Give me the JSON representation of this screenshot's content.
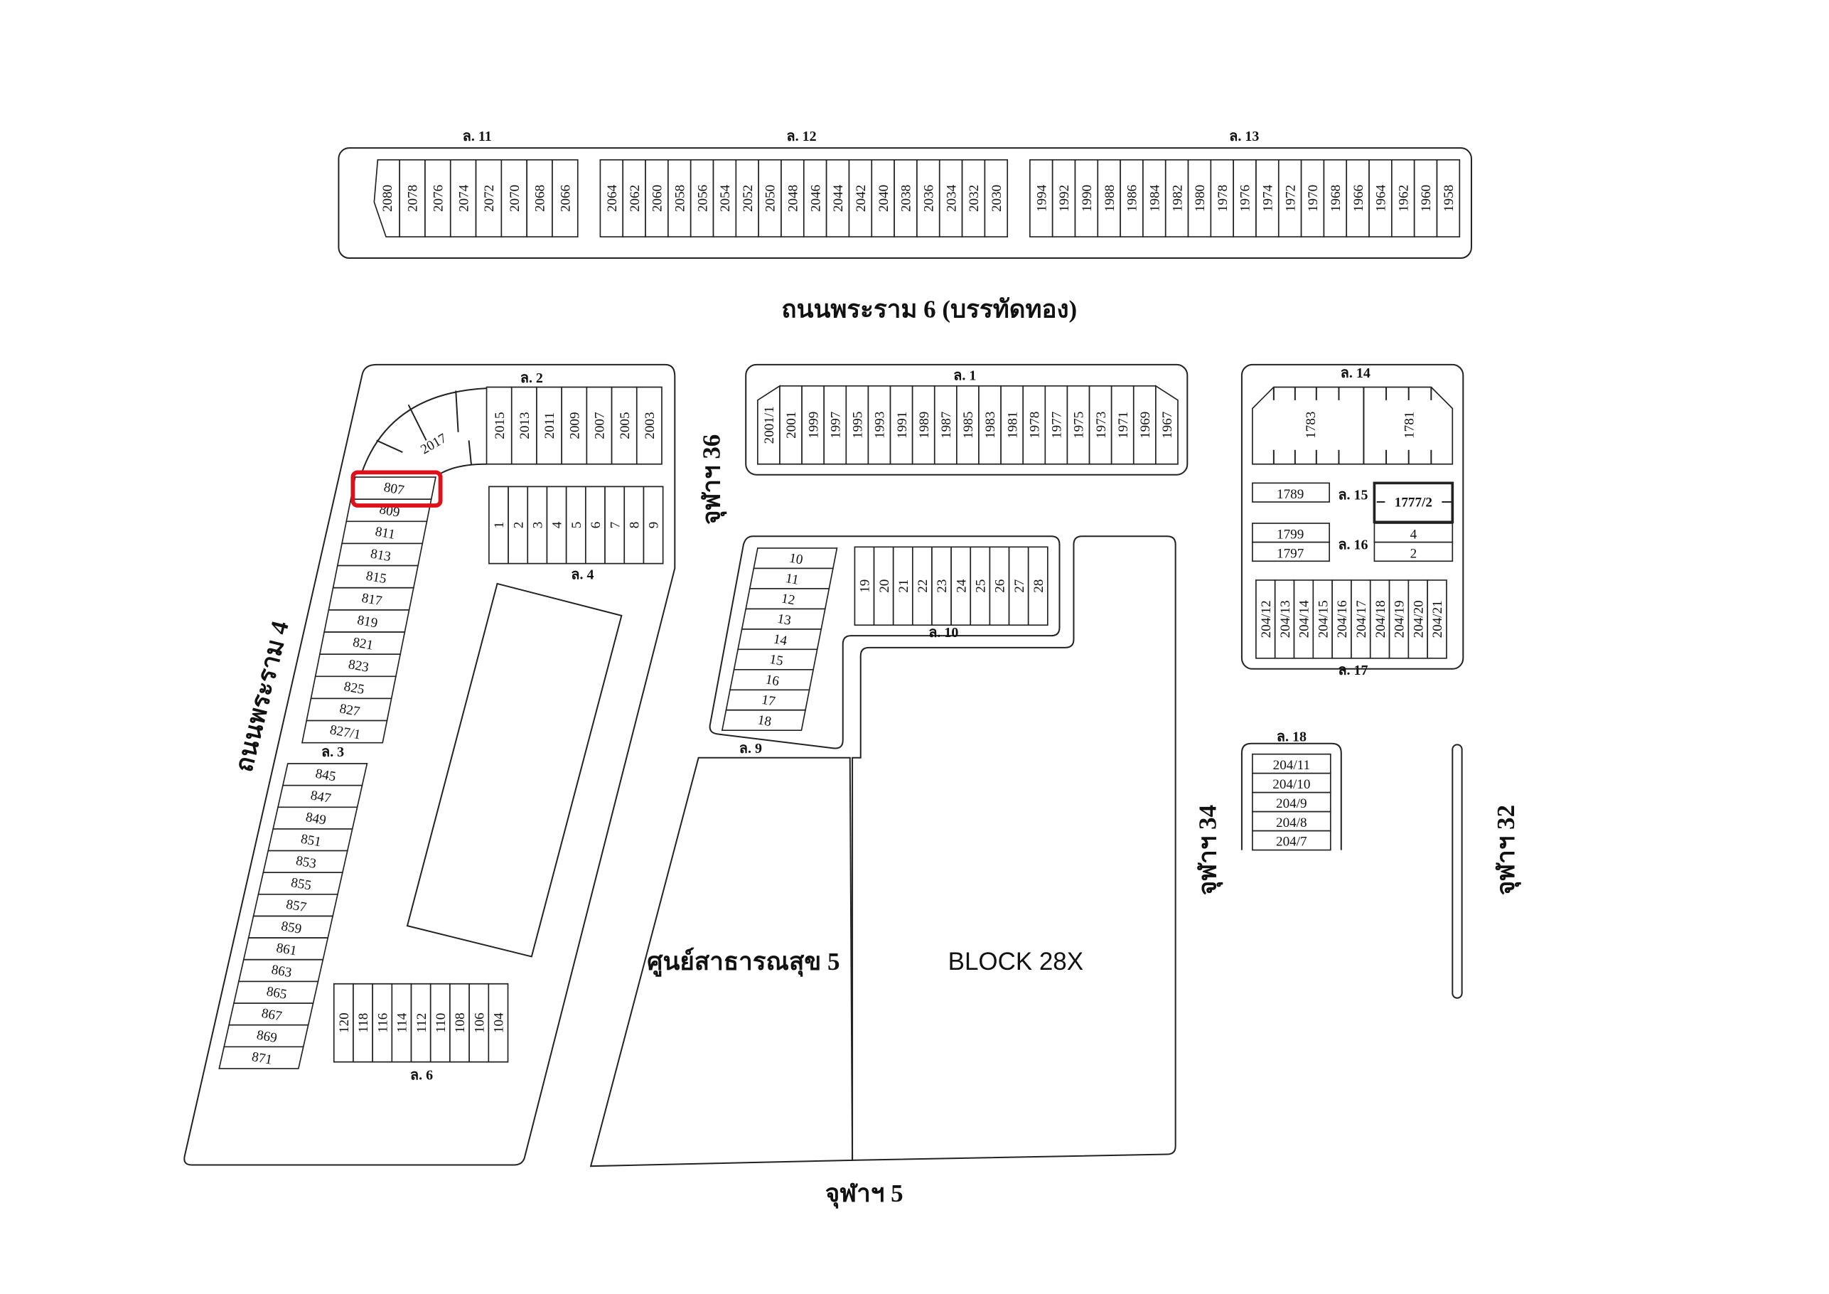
{
  "highlight_color": "#e0101a",
  "highlighted_unit": "807",
  "roads": {
    "rama6": "ถนนพระราม 6 (บรรทัดทอง)",
    "rama4": "ถนนพระราม 4",
    "chula36": "จุฬาฯ 36",
    "chula34": "จุฬาฯ 34",
    "chula32": "จุฬาฯ 32",
    "chula5": "จุฬาฯ 5"
  },
  "places": {
    "health_center": "ศูนย์สาธารณสุข 5",
    "block": "BLOCK 28X"
  },
  "blocks": {
    "l11": {
      "label": "ล. 11",
      "units": [
        "2080",
        "2078",
        "2076",
        "2074",
        "2072",
        "2070",
        "2068",
        "2066"
      ]
    },
    "l12": {
      "label": "ล. 12",
      "units": [
        "2064",
        "2062",
        "2060",
        "2058",
        "2056",
        "2054",
        "2052",
        "2050",
        "2048",
        "2046",
        "2044",
        "2042",
        "2040",
        "2038",
        "2036",
        "2034",
        "2032",
        "2030"
      ]
    },
    "l13": {
      "label": "ล. 13",
      "units": [
        "1994",
        "1992",
        "1990",
        "1988",
        "1986",
        "1984",
        "1982",
        "1980",
        "1978",
        "1976",
        "1974",
        "1972",
        "1970",
        "1968",
        "1966",
        "1964",
        "1962",
        "1960",
        "1958"
      ]
    },
    "l1": {
      "label": "ล. 1",
      "units": [
        "2001/1",
        "2001",
        "1999",
        "1997",
        "1995",
        "1993",
        "1991",
        "1989",
        "1987",
        "1985",
        "1983",
        "1981",
        "1978",
        "1977",
        "1975",
        "1973",
        "1971",
        "1969",
        "1967"
      ]
    },
    "l2": {
      "label": "ล. 2",
      "corner": "2017",
      "units": [
        "2015",
        "2013",
        "2011",
        "2009",
        "2007",
        "2005",
        "2003"
      ]
    },
    "l4": {
      "label": "ล. 4",
      "units": [
        "1",
        "2",
        "3",
        "4",
        "5",
        "6",
        "7",
        "8",
        "9"
      ]
    },
    "rama4_row": {
      "units": [
        "807",
        "809",
        "811",
        "813",
        "815",
        "817",
        "819",
        "821",
        "823",
        "825",
        "827",
        "827/1"
      ]
    },
    "l3": {
      "label": "ล. 3",
      "units": [
        "845",
        "847",
        "849",
        "851",
        "853",
        "855",
        "857",
        "859",
        "861",
        "863",
        "865",
        "867",
        "869",
        "871"
      ]
    },
    "l6": {
      "label": "ล. 6",
      "units": [
        "120",
        "118",
        "116",
        "114",
        "112",
        "110",
        "108",
        "106",
        "104"
      ]
    },
    "l9": {
      "label": "ล. 9",
      "units": [
        "10",
        "11",
        "12",
        "13",
        "14",
        "15",
        "16",
        "17",
        "18"
      ]
    },
    "l10": {
      "label": "ล. 10",
      "units": [
        "19",
        "20",
        "21",
        "22",
        "23",
        "24",
        "25",
        "26",
        "27",
        "28"
      ]
    },
    "l14": {
      "label": "ล. 14",
      "units": [
        "1783",
        "1781"
      ]
    },
    "l15": {
      "label": "ล. 15",
      "units": [
        "1789",
        "1777/2"
      ]
    },
    "l16": {
      "label": "ล. 16",
      "units": [
        "1799",
        "1797",
        "4",
        "2"
      ]
    },
    "l17": {
      "label": "ล. 17",
      "units": [
        "204/12",
        "204/13",
        "204/14",
        "204/15",
        "204/16",
        "204/17",
        "204/18",
        "204/19",
        "204/20",
        "204/21"
      ]
    },
    "l18": {
      "label": "ล. 18",
      "units": [
        "204/11",
        "204/10",
        "204/9",
        "204/8",
        "204/7"
      ]
    }
  }
}
